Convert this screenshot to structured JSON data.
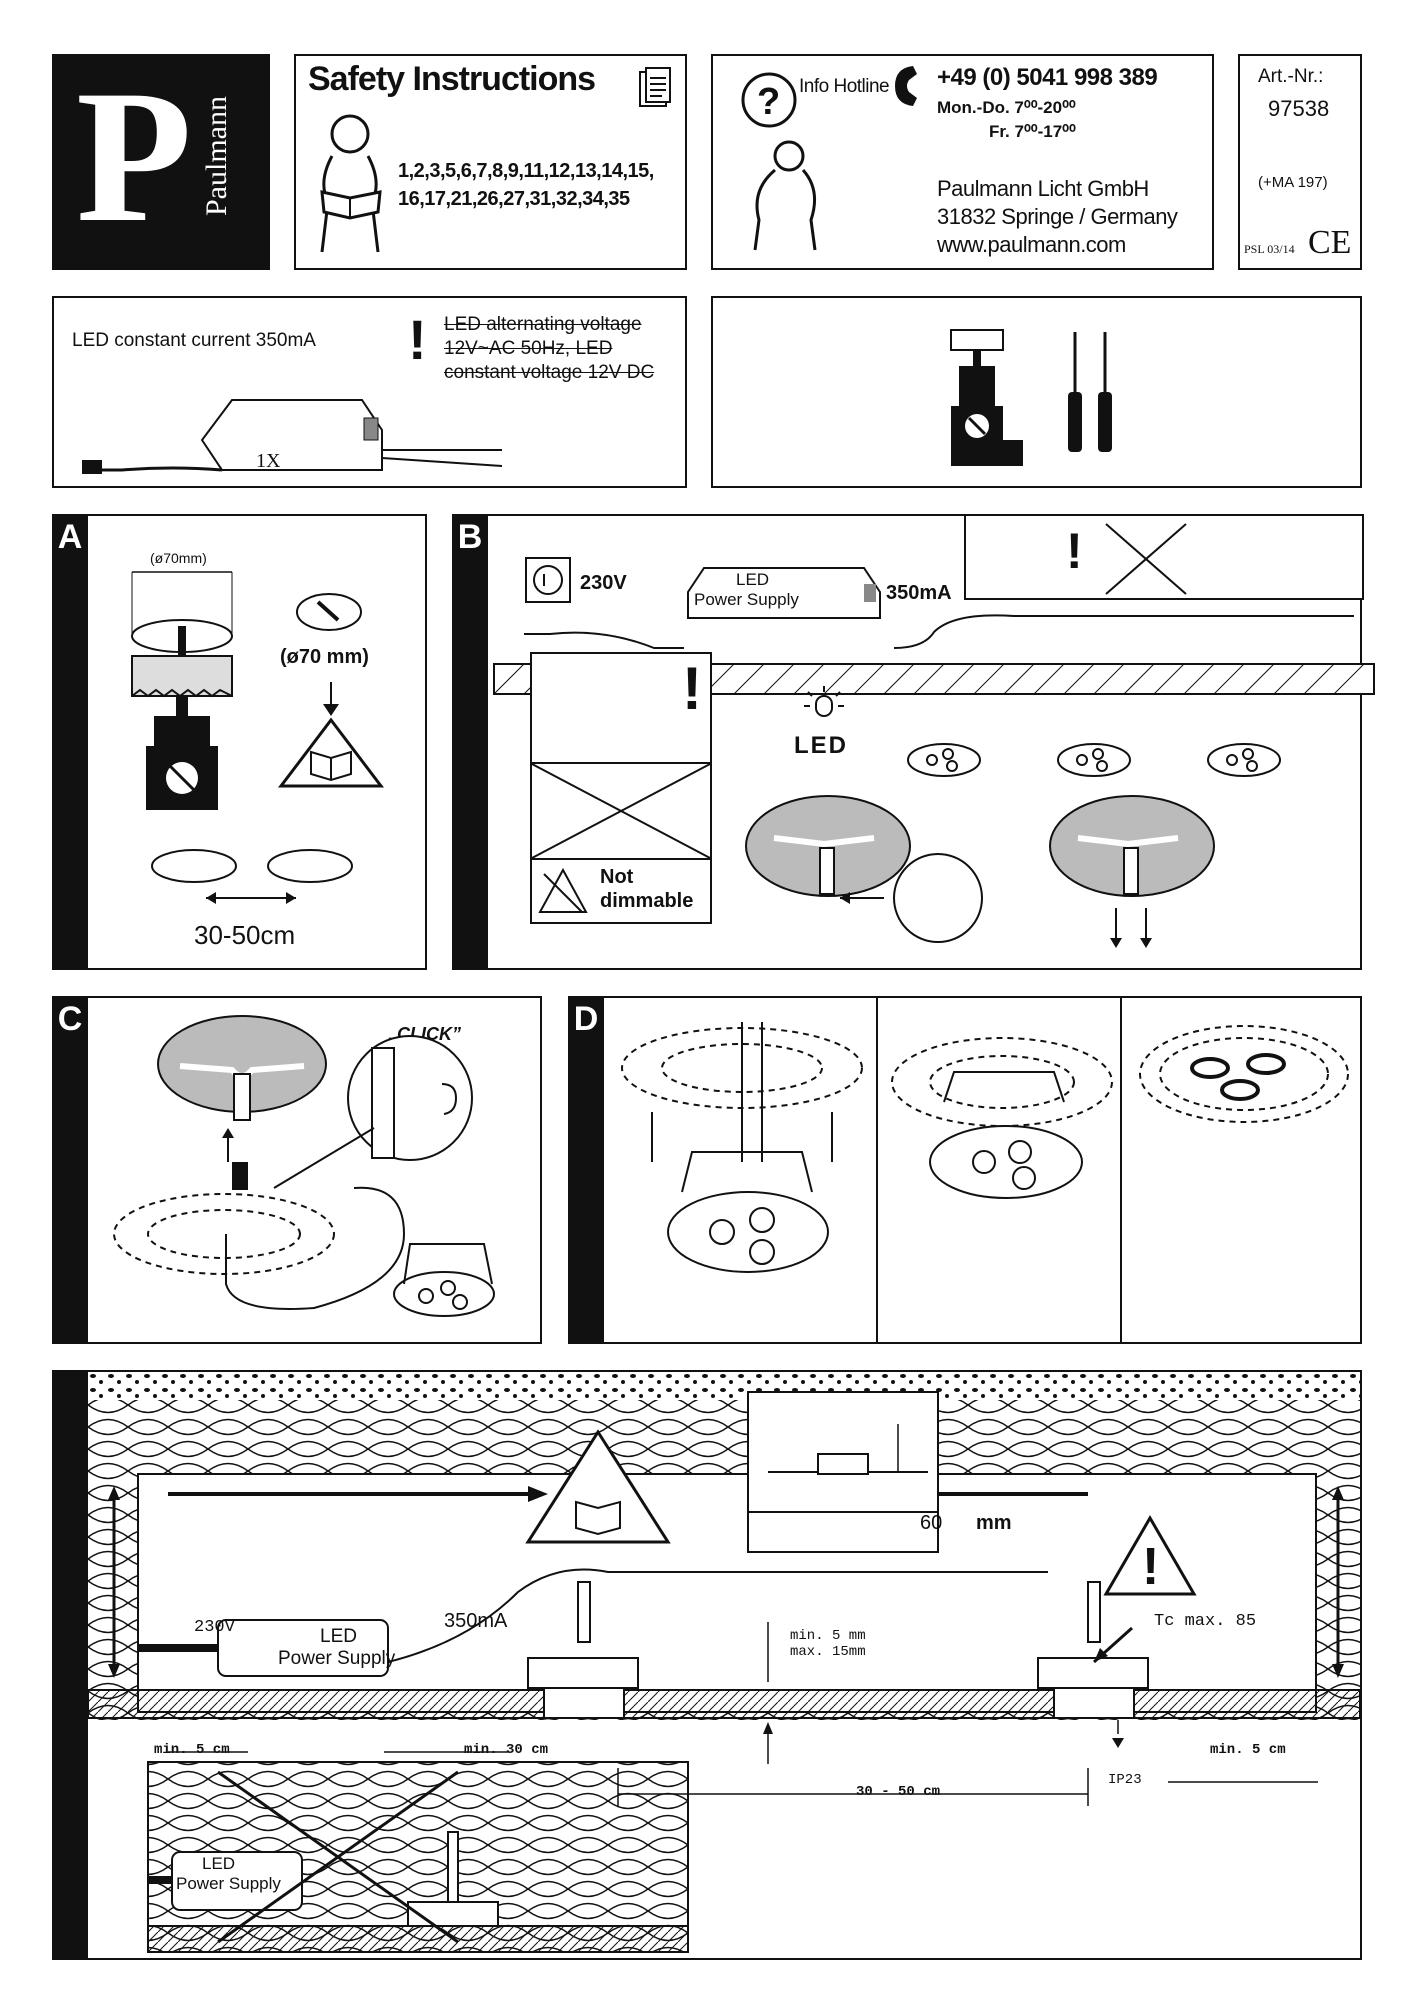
{
  "header": {
    "brand_initial": "P",
    "brand_name": "Paulmann",
    "safety_title": "Safety Instructions",
    "safety_numbers_line1": "1,2,3,5,6,7,8,9,11,12,13,14,15,",
    "safety_numbers_line2": "16,17,21,26,27,31,32,34,35",
    "hotline_label": "Info Hotline",
    "hotline_phone": "+49 (0) 5041 998 389",
    "hours_line1": "Mon.-Do. 7⁰⁰-20⁰⁰",
    "hours_line2": "Fr.  7⁰⁰-17⁰⁰",
    "company": "Paulmann Licht GmbH",
    "address": "31832 Springe / Germany",
    "website": "www.paulmann.com",
    "art_label": "Art.-Nr.:",
    "art_number": "97538",
    "ma_code": "(+MA 197)",
    "psl_code": "PSL 03/14",
    "ce_mark": "CE"
  },
  "supply_box": {
    "caption": "LED constant current 350mA",
    "warning_line1": "LED alternating voltage",
    "warning_line2": "12V~AC 50Hz, LED",
    "warning_line3": "constant voltage 12V DC",
    "quantity": "1X"
  },
  "panel_a": {
    "letter": "A",
    "hole_size": "(ø70mm)",
    "hole_size_large": "(ø70 mm)",
    "spacing": "30-50cm"
  },
  "panel_b": {
    "letter": "B",
    "mains": "230V",
    "psu_line1": "LED",
    "psu_line2": "Power Supply",
    "current": "350mA",
    "led_label": "LED",
    "not_dimmable_line1": "Not",
    "not_dimmable_line2": "dimmable"
  },
  "panel_c": {
    "letter": "C",
    "click": "„CLICK”"
  },
  "panel_d": {
    "letter": "D"
  },
  "panel_e": {
    "depth": "60",
    "depth_unit": "mm",
    "mains": "230V",
    "psu_line1": "LED",
    "psu_line2": "Power Supply",
    "current": "350mA",
    "gap_min": "min. 5 mm",
    "gap_max": "max. 15mm",
    "tc": "Tc max. 85",
    "clear_left": "min. 5 cm",
    "clear_psu": "min. 30 cm",
    "spacing": "30 - 50 cm",
    "ip": "IP23",
    "clear_right": "min. 5 cm",
    "bad_psu_line1": "LED",
    "bad_psu_line2": "Power Supply"
  }
}
